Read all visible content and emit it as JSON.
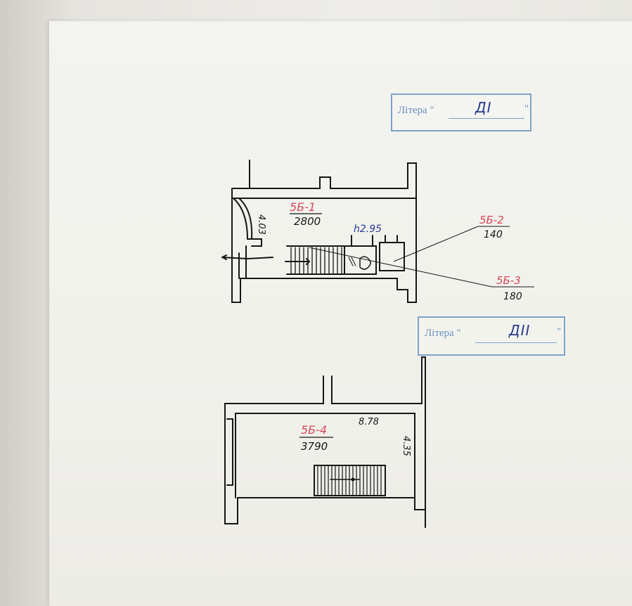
{
  "stamps": [
    {
      "label": "Літера \"",
      "close_quote": "\"",
      "value": "ДI"
    },
    {
      "label": "Літера \"",
      "close_quote": "\"",
      "value": "ДII"
    }
  ],
  "plan1": {
    "room1": {
      "code": "5Б-1",
      "area": "2800"
    },
    "room2": {
      "code": "5Б-2",
      "area": "140"
    },
    "room3": {
      "code": "5Б-3",
      "area": "180"
    },
    "height": "h2.95",
    "dim_left": "4.03"
  },
  "plan2": {
    "room4": {
      "code": "5Б-4",
      "area": "3790"
    },
    "dim_top": "8.78",
    "dim_right": "4.35"
  },
  "colors": {
    "red_code": "#d8485a",
    "ink": "#151515",
    "blue_ink": "#2c3a94",
    "stamp": "#7fa3c8"
  }
}
